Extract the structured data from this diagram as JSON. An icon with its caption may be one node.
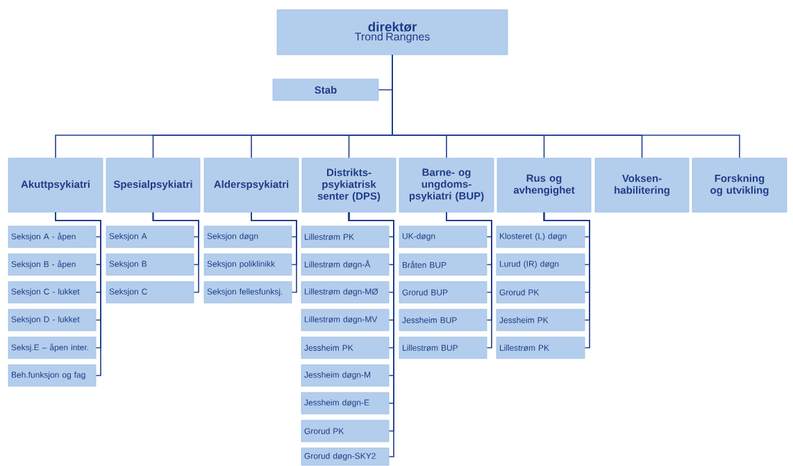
{
  "diagram": {
    "nodes": [
      {
        "text": [
          "direktør",
          "Trond Rangnes"
        ]
      },
      {
        "text": [
          "Stab"
        ]
      },
      {
        "text": [
          "Akuttpsykiatri"
        ]
      },
      {
        "text": [
          "Spesialpsykiatri"
        ]
      },
      {
        "text": [
          "Alderspsykiatri"
        ]
      },
      {
        "text": [
          "Distrikts- psykiatrisk senter (DPS)"
        ]
      },
      {
        "text": [
          "Barne- og ungdoms- psykiatri (BUP)"
        ]
      },
      {
        "text": [
          "Rus og avhengighet"
        ]
      },
      {
        "text": [
          "Voksen- habilitering"
        ]
      },
      {
        "text": [
          "Forskning og utvikling"
        ]
      },
      {
        "text": [
          "Seksjon A - åpen"
        ]
      },
      {
        "text": [
          "Seksjon B - åpen"
        ]
      },
      {
        "text": [
          "Seksjon C - lukket"
        ]
      },
      {
        "text": [
          "Seksjon D - lukket"
        ]
      },
      {
        "text": [
          "Seksj.E – åpen inter."
        ]
      },
      {
        "text": [
          "Beh.funksjon og fag"
        ]
      },
      {
        "text": [
          "Seksjon A"
        ]
      },
      {
        "text": [
          "Seksjon B"
        ]
      },
      {
        "text": [
          "Seksjon C"
        ]
      },
      {
        "text": [
          "Seksjon døgn"
        ]
      },
      {
        "text": [
          "Seksjon poliklinikk"
        ]
      },
      {
        "text": [
          "Seksjon fellesfunksj."
        ]
      },
      {
        "text": [
          "Lillestrøm PK"
        ]
      },
      {
        "text": [
          "Lillestrøm døgn-Å"
        ]
      },
      {
        "text": [
          "Lillestrøm døgn-MØ"
        ]
      },
      {
        "text": [
          "Lillestrøm døgn-MV"
        ]
      },
      {
        "text": [
          "Jessheim PK"
        ]
      },
      {
        "text": [
          "Jessheim døgn-M"
        ]
      },
      {
        "text": [
          "Jessheim døgn-E"
        ]
      },
      {
        "text": [
          "Grorud PK"
        ]
      },
      {
        "text": [
          "Grorud døgn-SKY2"
        ]
      },
      {
        "text": [
          "UK-døgn"
        ]
      },
      {
        "text": [
          "Bråten BUP"
        ]
      },
      {
        "text": [
          "Grorud BUP"
        ]
      },
      {
        "text": [
          "Jessheim BUP"
        ]
      },
      {
        "text": [
          "Lillestrøm BUP"
        ]
      },
      {
        "text": [
          "Klosteret (L) døgn"
        ]
      },
      {
        "text": [
          "Lurud (IR) døgn"
        ]
      },
      {
        "text": [
          "Grorud PK"
        ]
      },
      {
        "text": [
          "Jessheim PK"
        ]
      },
      {
        "text": [
          "Lillestrøm PK"
        ]
      }
    ],
    "edges": [
      {
        "from": 0,
        "to": 1,
        "arrow": "none"
      },
      {
        "from": 0,
        "to": 2,
        "arrow": "none"
      },
      {
        "from": 0,
        "to": 3,
        "arrow": "none"
      },
      {
        "from": 0,
        "to": 4,
        "arrow": "none"
      },
      {
        "from": 0,
        "to": 5,
        "arrow": "none"
      },
      {
        "from": 0,
        "to": 6,
        "arrow": "none"
      },
      {
        "from": 0,
        "to": 7,
        "arrow": "none"
      },
      {
        "from": 0,
        "to": 8,
        "arrow": "none"
      },
      {
        "from": 0,
        "to": 9,
        "arrow": "none"
      },
      {
        "from": 2,
        "to": 10,
        "arrow": "none"
      },
      {
        "from": 2,
        "to": 11,
        "arrow": "none"
      },
      {
        "from": 2,
        "to": 12,
        "arrow": "none"
      },
      {
        "from": 2,
        "to": 13,
        "arrow": "none"
      },
      {
        "from": 2,
        "to": 14,
        "arrow": "none"
      },
      {
        "from": 2,
        "to": 15,
        "arrow": "none"
      },
      {
        "from": 3,
        "to": 16,
        "arrow": "none"
      },
      {
        "from": 3,
        "to": 17,
        "arrow": "none"
      },
      {
        "from": 3,
        "to": 18,
        "arrow": "none"
      },
      {
        "from": 4,
        "to": 19,
        "arrow": "none"
      },
      {
        "from": 4,
        "to": 20,
        "arrow": "none"
      },
      {
        "from": 4,
        "to": 21,
        "arrow": "none"
      },
      {
        "from": 5,
        "to": 22,
        "arrow": "none"
      },
      {
        "from": 5,
        "to": 23,
        "arrow": "none"
      },
      {
        "from": 5,
        "to": 24,
        "arrow": "none"
      },
      {
        "from": 5,
        "to": 25,
        "arrow": "none"
      },
      {
        "from": 5,
        "to": 26,
        "arrow": "none"
      },
      {
        "from": 5,
        "to": 27,
        "arrow": "none"
      },
      {
        "from": 5,
        "to": 28,
        "arrow": "none"
      },
      {
        "from": 5,
        "to": 29,
        "arrow": "none"
      },
      {
        "from": 5,
        "to": 30,
        "arrow": "none"
      },
      {
        "from": 6,
        "to": 31,
        "arrow": "none"
      },
      {
        "from": 6,
        "to": 32,
        "arrow": "none"
      },
      {
        "from": 6,
        "to": 33,
        "arrow": "none"
      },
      {
        "from": 6,
        "to": 34,
        "arrow": "none"
      },
      {
        "from": 6,
        "to": 35,
        "arrow": "none"
      },
      {
        "from": 7,
        "to": 36,
        "arrow": "none"
      },
      {
        "from": 7,
        "to": 37,
        "arrow": "none"
      },
      {
        "from": 7,
        "to": 38,
        "arrow": "none"
      },
      {
        "from": 7,
        "to": 39,
        "arrow": "none"
      },
      {
        "from": 7,
        "to": 40,
        "arrow": "none"
      }
    ]
  }
}
